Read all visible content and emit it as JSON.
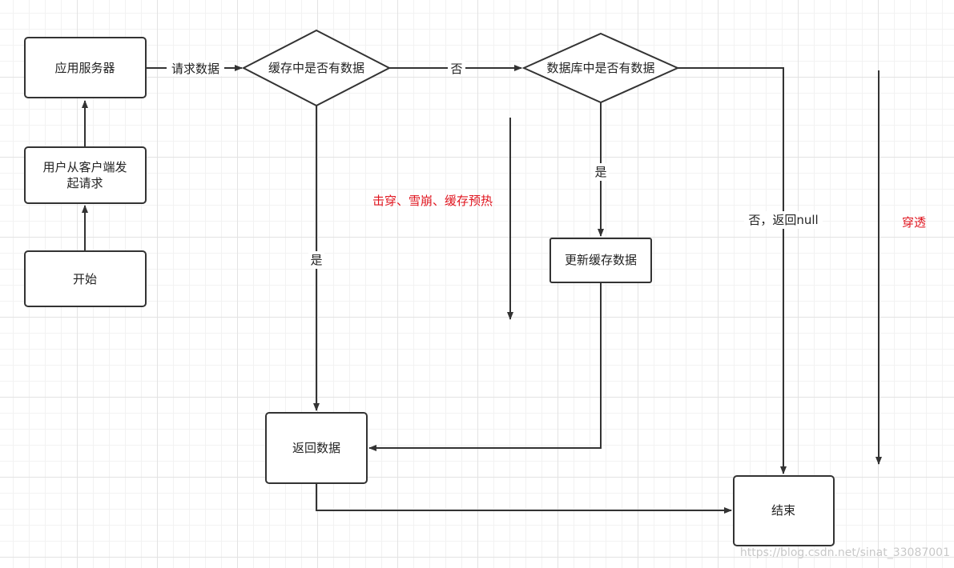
{
  "nodes": {
    "app_server": "应用服务器",
    "user_request": "用户从客户端发",
    "user_request_line2": "起请求",
    "start": "开始",
    "cache_check": "缓存中是否有数据",
    "db_check": "数据库中是否有数据",
    "update_cache": "更新缓存数据",
    "return_data": "返回数据",
    "end": "结束"
  },
  "edges": {
    "request_data": "请求数据",
    "cache_no": "否",
    "cache_yes": "是",
    "db_yes": "是",
    "db_no_null": "否，返回null"
  },
  "notes": {
    "penetration_avalanche": "击穿、雪崩、缓存预热",
    "penetration": "穿透"
  },
  "watermark": "https://blog.csdn.net/sinat_33087001",
  "colors": {
    "stroke": "#333333",
    "note_red": "#e0141e"
  }
}
